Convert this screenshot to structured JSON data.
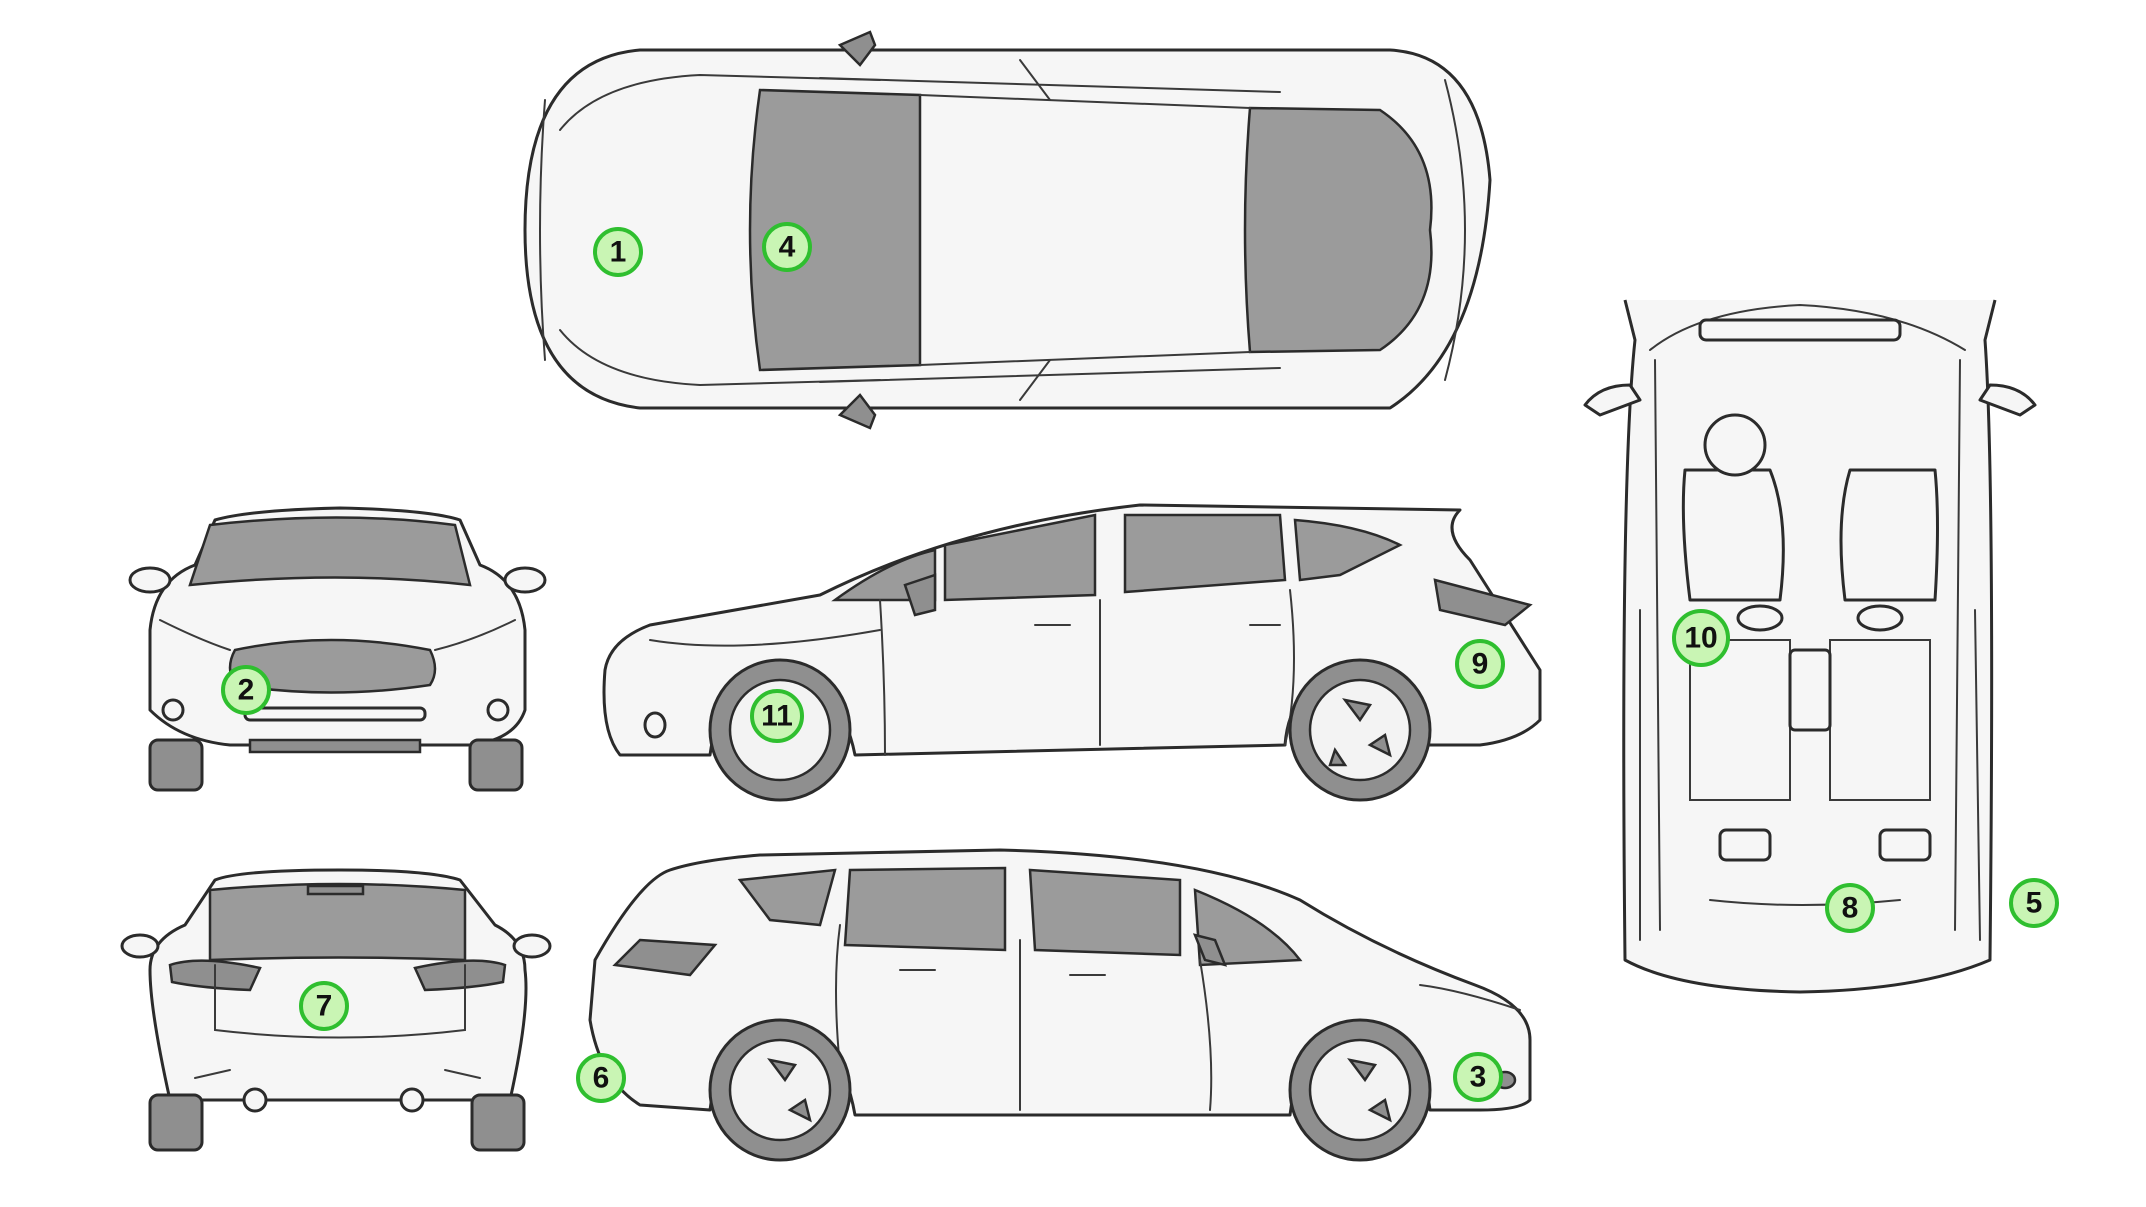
{
  "markers": [
    {
      "id": "m1",
      "label": "1"
    },
    {
      "id": "m2",
      "label": "2"
    },
    {
      "id": "m3",
      "label": "3"
    },
    {
      "id": "m4",
      "label": "4"
    },
    {
      "id": "m5",
      "label": "5"
    },
    {
      "id": "m6",
      "label": "6"
    },
    {
      "id": "m7",
      "label": "7"
    },
    {
      "id": "m8",
      "label": "8"
    },
    {
      "id": "m9",
      "label": "9"
    },
    {
      "id": "m10",
      "label": "10"
    },
    {
      "id": "m11",
      "label": "11"
    }
  ],
  "colors": {
    "marker_fill": "#c9f5b4",
    "marker_stroke": "#2fbf2f",
    "glass": "#9b9b9b",
    "body": "#f6f6f6",
    "outline": "#2b2b2b"
  }
}
